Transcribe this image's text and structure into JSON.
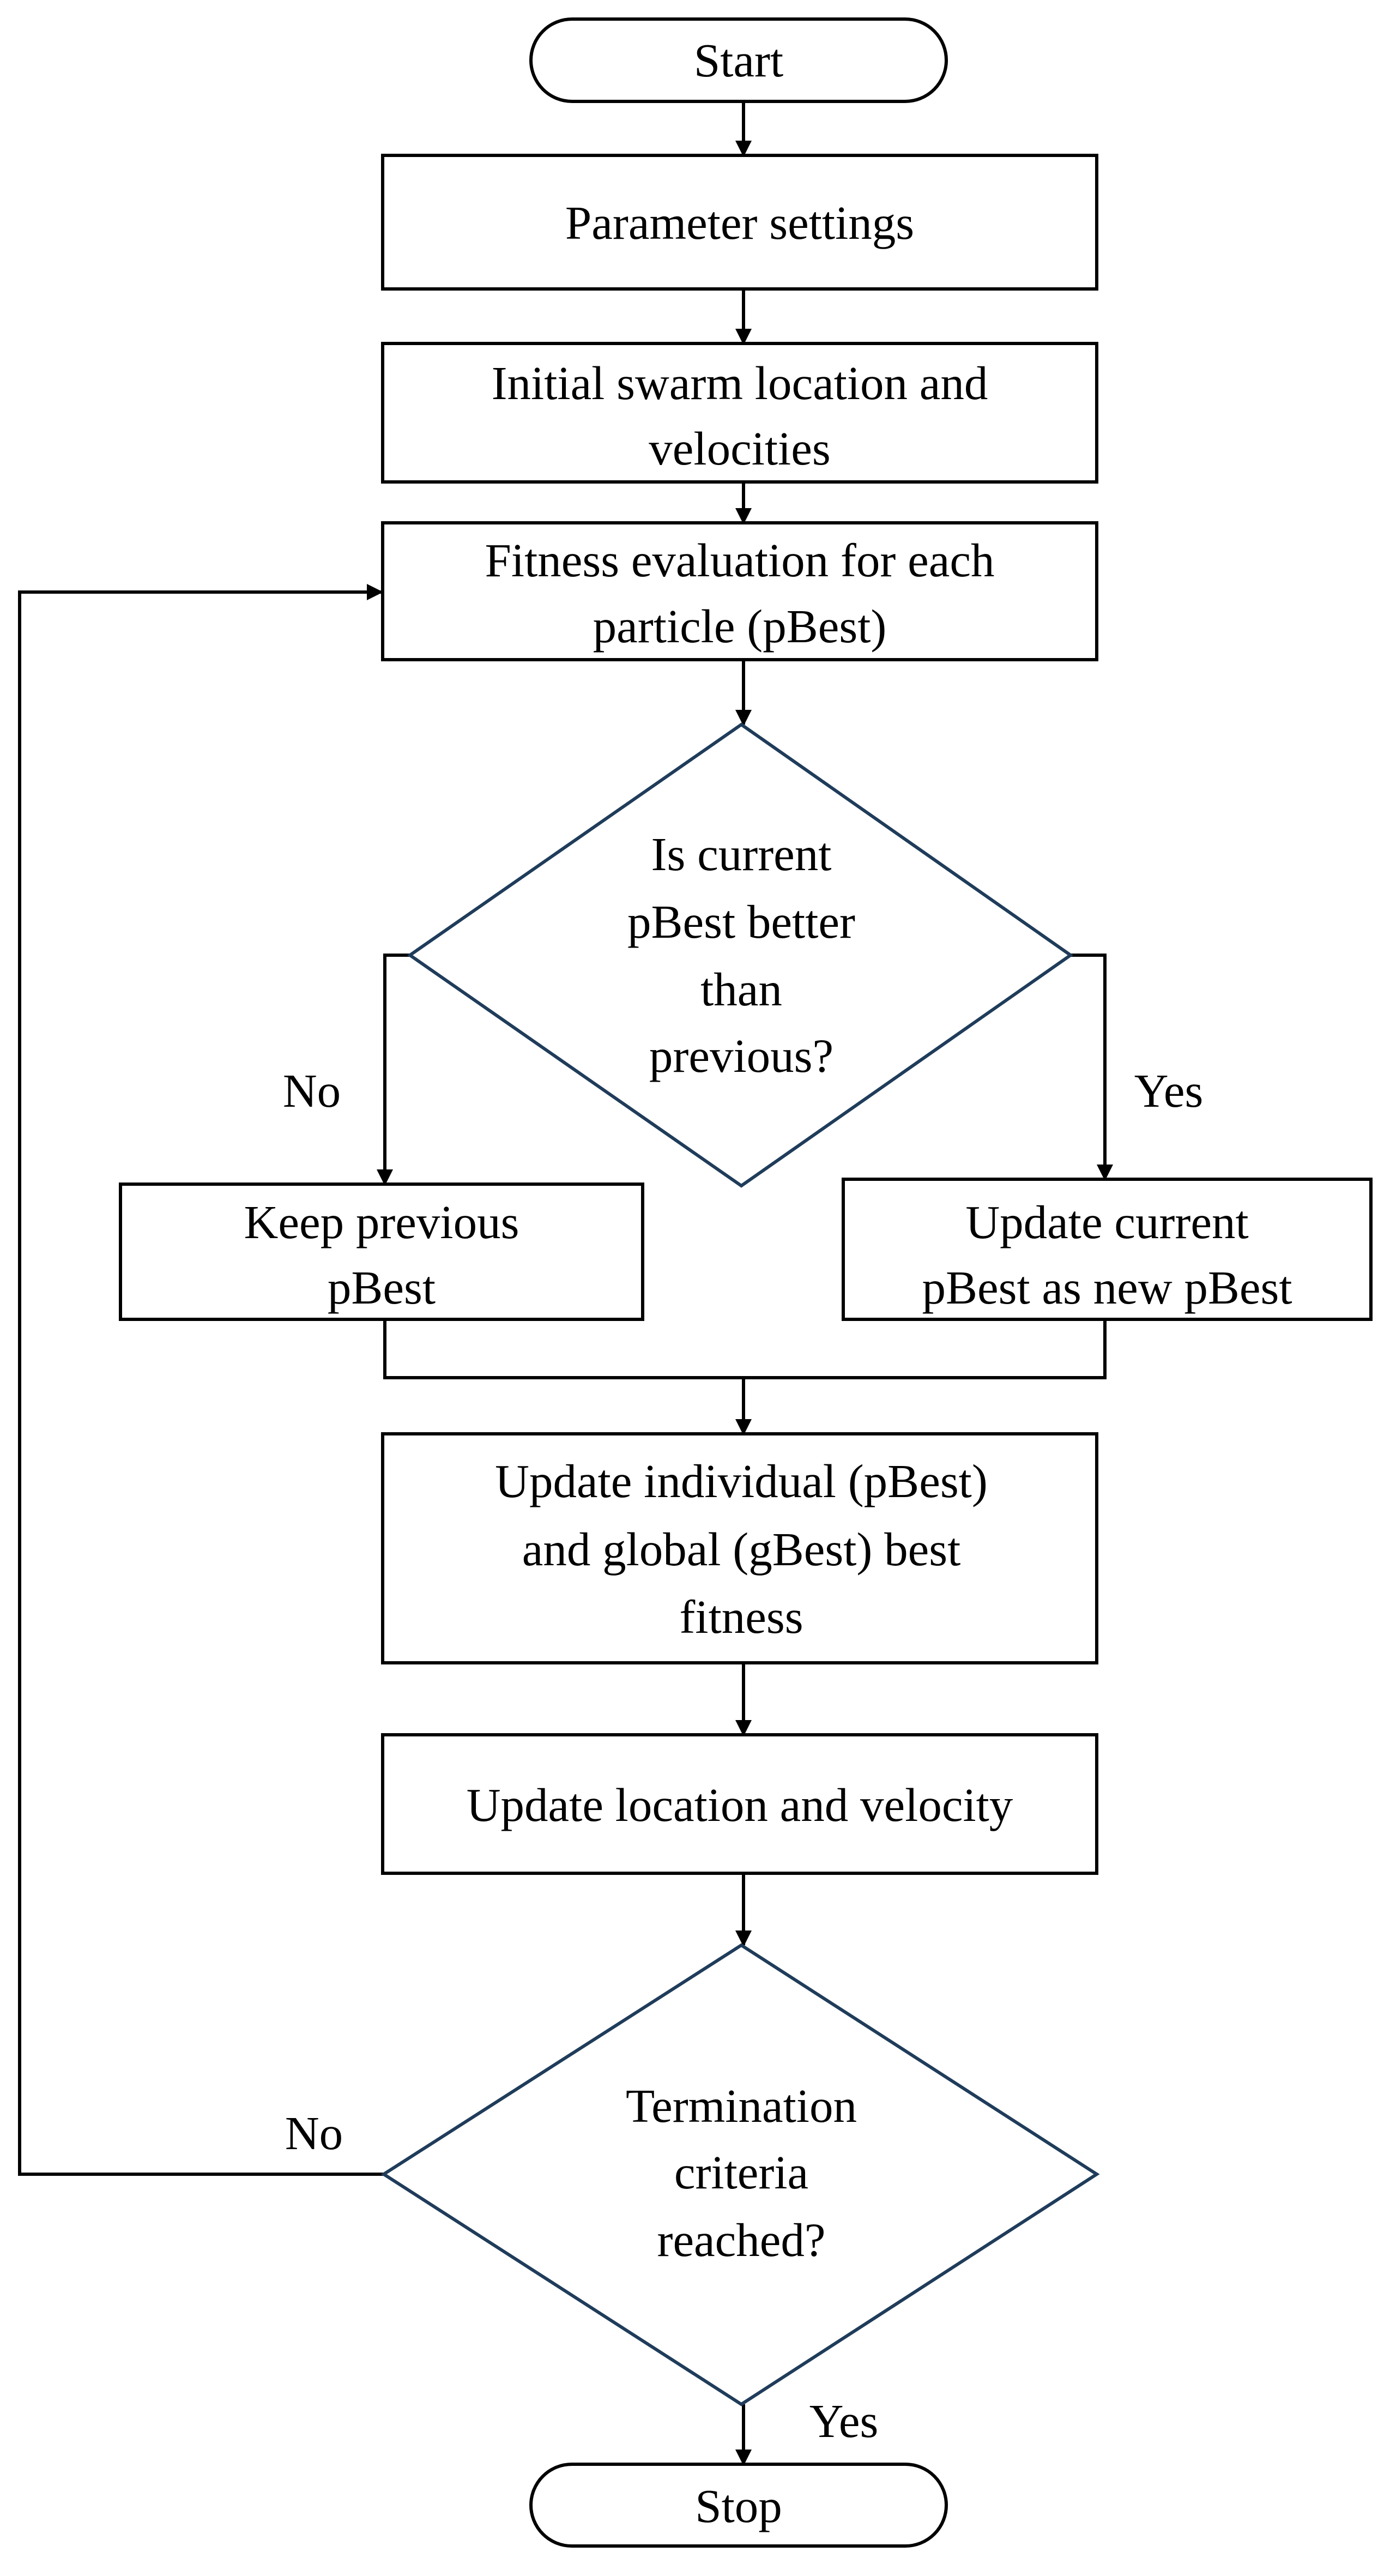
{
  "colors": {
    "box_stroke": "#000000",
    "diamond_stroke": "#1f3c5a",
    "line": "#000000",
    "background": "#ffffff",
    "text": "#000000"
  },
  "nodes": {
    "start": {
      "label": "Start"
    },
    "parameter_settings": {
      "label": "Parameter settings"
    },
    "initial_swarm": {
      "line1": "Initial swarm location and",
      "line2": "velocities"
    },
    "fitness_evaluation": {
      "line1": "Fitness evaluation for each",
      "line2": "particle (pBest)"
    },
    "pbest_decision": {
      "line1": "Is current",
      "line2": "pBest better",
      "line3": "than",
      "line4": "previous?"
    },
    "keep_previous": {
      "line1": "Keep previous",
      "line2": "pBest"
    },
    "update_current": {
      "line1": "Update current",
      "line2": "pBest as new pBest"
    },
    "update_individual_global": {
      "line1": "Update individual  (pBest)",
      "line2": "and global (gBest) best",
      "line3": "fitness"
    },
    "update_location": {
      "label": "Update location and velocity"
    },
    "termination_decision": {
      "line1": "Termination",
      "line2": "criteria",
      "line3": "reached?"
    },
    "stop": {
      "label": "Stop"
    }
  },
  "edge_labels": {
    "pbest_no": "No",
    "pbest_yes": "Yes",
    "termination_no": "No",
    "termination_yes": "Yes"
  }
}
